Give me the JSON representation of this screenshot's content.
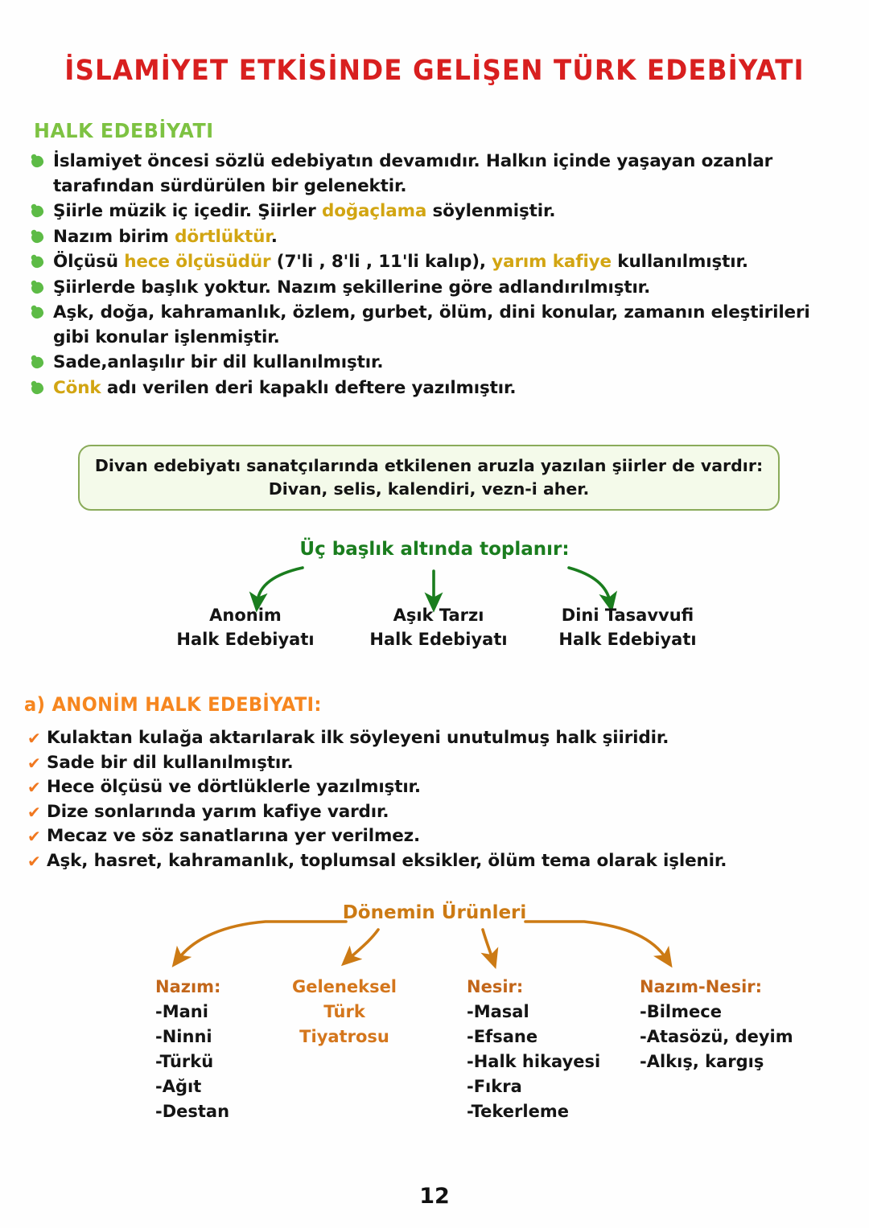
{
  "title": "İSLAMİYET ETKİSİNDE GELİŞEN TÜRK EDEBİYATI",
  "colors": {
    "title_red": "#d81f1f",
    "heading_green": "#7dc242",
    "bullet_green": "#5dbb46",
    "arrow_green": "#1a7d1e",
    "highlight_yellow": "#d2a512",
    "heading_orange": "#f6861f",
    "check_orange": "#f07820",
    "arrow_orange": "#cc7a14",
    "box_border": "#8aab5a",
    "box_fill": "#f4faea",
    "text_black": "#141414"
  },
  "halk_edebiyati": {
    "heading": "HALK EDEBİYATI",
    "bullets": [
      [
        {
          "t": "İslamiyet öncesi sözlü edebiyatın devamıdır. Halkın içinde yaşayan ozanlar tarafından sürdürülen bir gelenektir.",
          "hl": false
        }
      ],
      [
        {
          "t": "Şiirle müzik iç içedir. Şiirler ",
          "hl": false
        },
        {
          "t": "doğaçlama",
          "hl": true
        },
        {
          "t": " söylenmiştir.",
          "hl": false
        }
      ],
      [
        {
          "t": "Nazım birim ",
          "hl": false
        },
        {
          "t": "dörtlüktür",
          "hl": true
        },
        {
          "t": ".",
          "hl": false
        }
      ],
      [
        {
          "t": "Ölçüsü ",
          "hl": false
        },
        {
          "t": "hece ölçüsüdür",
          "hl": true
        },
        {
          "t": " (7'li , 8'li , 11'li kalıp), ",
          "hl": false
        },
        {
          "t": "yarım kafiye",
          "hl": true
        },
        {
          "t": " kullanılmıştır.",
          "hl": false
        }
      ],
      [
        {
          "t": "Şiirlerde başlık yoktur. Nazım şekillerine göre adlandırılmıştır.",
          "hl": false
        }
      ],
      [
        {
          "t": "Aşk, doğa, kahramanlık, özlem, gurbet, ölüm, dini konular, zamanın eleştirileri gibi konular işlenmiştir.",
          "hl": false
        }
      ],
      [
        {
          "t": "Sade,anlaşılır bir dil kullanılmıştır.",
          "hl": false
        }
      ],
      [
        {
          "t": "Cönk",
          "hl": true
        },
        {
          "t": " adı verilen deri kapaklı deftere yazılmıştır.",
          "hl": false
        }
      ]
    ]
  },
  "infobox": {
    "line1": "Divan edebiyatı sanatçılarında etkilenen aruzla yazılan şiirler de vardır:",
    "line2": "Divan, selis, kalendiri, vezn-i aher."
  },
  "diagram_three": {
    "title": "Üç başlık altında toplanır:",
    "branches": [
      {
        "line1": "Anonim",
        "line2": "Halk Edebiyatı"
      },
      {
        "line1": "Aşık Tarzı",
        "line2": "Halk Edebiyatı"
      },
      {
        "line1": "Dini Tasavvufi",
        "line2": "Halk Edebiyatı"
      }
    ]
  },
  "anonim": {
    "heading": "a) ANONİM HALK EDEBİYATI:",
    "items": [
      "Kulaktan kulağa aktarılarak ilk söyleyeni unutulmuş halk şiiridir.",
      "Sade bir dil kullanılmıştır.",
      "Hece ölçüsü ve dörtlüklerle yazılmıştır.",
      "Dize sonlarında yarım kafiye vardır.",
      "Mecaz ve söz sanatlarına yer verilmez.",
      "Aşk, hasret, kahramanlık, toplumsal eksikler, ölüm tema olarak işlenir."
    ],
    "check_glyph": "✔"
  },
  "diagram_products": {
    "title": "Dönemin Ürünleri",
    "columns": [
      {
        "header": "Nazım:",
        "all_orange": false,
        "centered": false,
        "items": [
          "-Mani",
          "-Ninni",
          "-Türkü",
          "-Ağıt",
          "-Destan"
        ]
      },
      {
        "header": "Geleneksel",
        "all_orange": true,
        "centered": true,
        "items": [
          "Türk",
          "Tiyatrosu"
        ]
      },
      {
        "header": "Nesir:",
        "all_orange": false,
        "centered": false,
        "items": [
          "-Masal",
          "-Efsane",
          "-Halk hikayesi",
          "-Fıkra",
          "-Tekerleme"
        ]
      },
      {
        "header": "Nazım-Nesir:",
        "all_orange": false,
        "centered": false,
        "items": [
          "-Bilmece",
          "-Atasözü, deyim",
          "-Alkış, kargış"
        ]
      }
    ]
  },
  "page_number": "12"
}
